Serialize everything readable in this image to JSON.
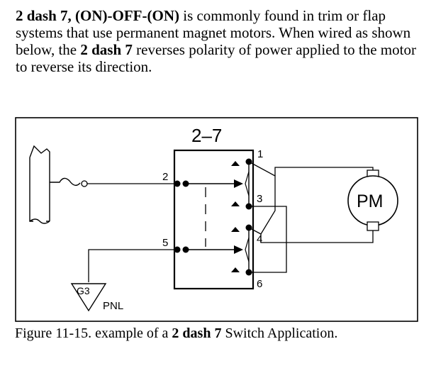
{
  "intro": {
    "lead_bold": "2 dash 7, (ON)-OFF-(ON)",
    "mid": " is commonly found in trim or flap systems that use permanent magnet motors. When wired as shown below, the ",
    "mid_bold": "2 dash 7",
    "tail": " reverses polarity of power applied to the motor to reverse its direction."
  },
  "diagram": {
    "switch_label": "2–7",
    "terminals": [
      "1",
      "2",
      "3",
      "4",
      "5",
      "6"
    ],
    "motor_label": "PM",
    "ground_label": "G3",
    "panel_label": "PNL"
  },
  "caption": {
    "prefix": "Figure 11-15. example of a ",
    "bold": "2 dash 7",
    "suffix": " Switch Application."
  }
}
